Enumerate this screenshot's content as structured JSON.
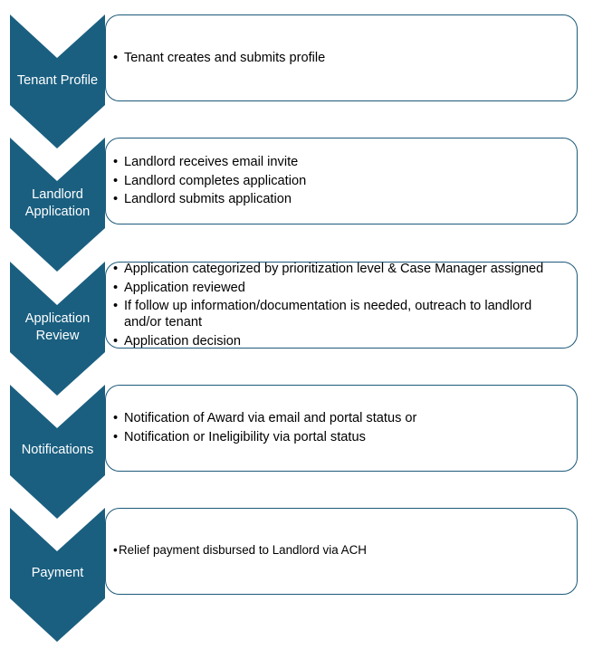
{
  "steps": [
    {
      "title": "Tenant Profile",
      "bullets": [
        "Tenant creates and submits profile"
      ]
    },
    {
      "title": "Landlord Application",
      "bullets": [
        "Landlord receives email invite",
        "Landlord completes application",
        "Landlord submits application"
      ]
    },
    {
      "title": "Application Review",
      "bullets": [
        "Application categorized by prioritization level & Case Manager assigned",
        "Application reviewed",
        "If follow up information/documentation is needed, outreach to landlord and/or tenant",
        "Application decision"
      ]
    },
    {
      "title": "Notifications",
      "bullets": [
        "Notification of Award via email and portal status or",
        "Notification or Ineligibility via portal status"
      ]
    },
    {
      "title": "Payment",
      "bullets": [
        "Relief payment disbursed to Landlord via ACH"
      ]
    }
  ],
  "colors": {
    "chevron": "#1a5f80",
    "border": "#1d5a7a"
  }
}
